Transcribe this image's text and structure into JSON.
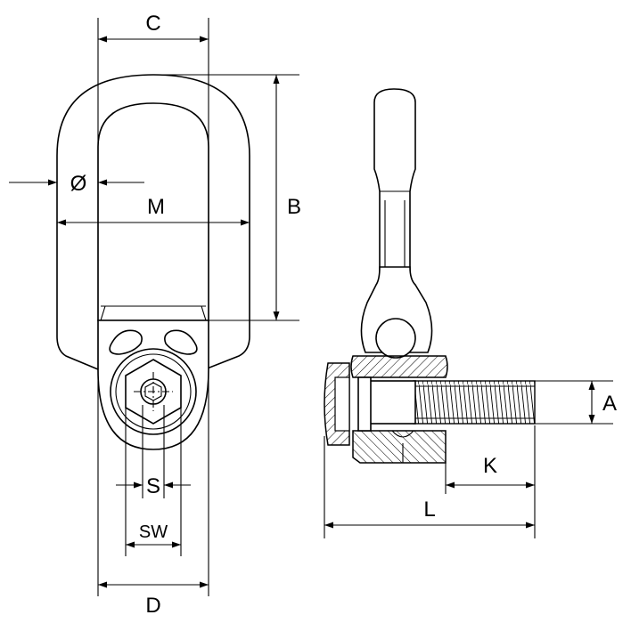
{
  "dimensions": {
    "c": "C",
    "b": "B",
    "diameter": "Ø",
    "m": "M",
    "s": "S",
    "sw": "SW",
    "d": "D",
    "a": "A",
    "k": "K",
    "l": "L"
  },
  "colors": {
    "line": "#000000",
    "background": "#ffffff"
  }
}
